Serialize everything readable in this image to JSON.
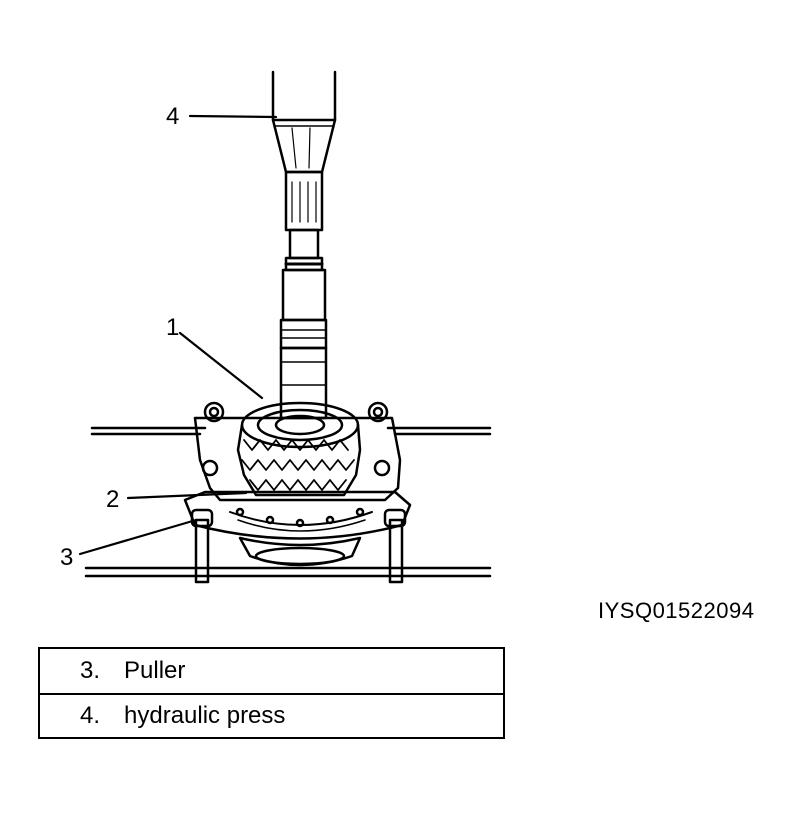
{
  "callouts": {
    "c1": "1",
    "c2": "2",
    "c3": "3",
    "c4": "4"
  },
  "figure_code": "IYSQ01522094",
  "legend": [
    {
      "num": "3.",
      "text": "Puller"
    },
    {
      "num": "4.",
      "text": "hydraulic press"
    }
  ]
}
